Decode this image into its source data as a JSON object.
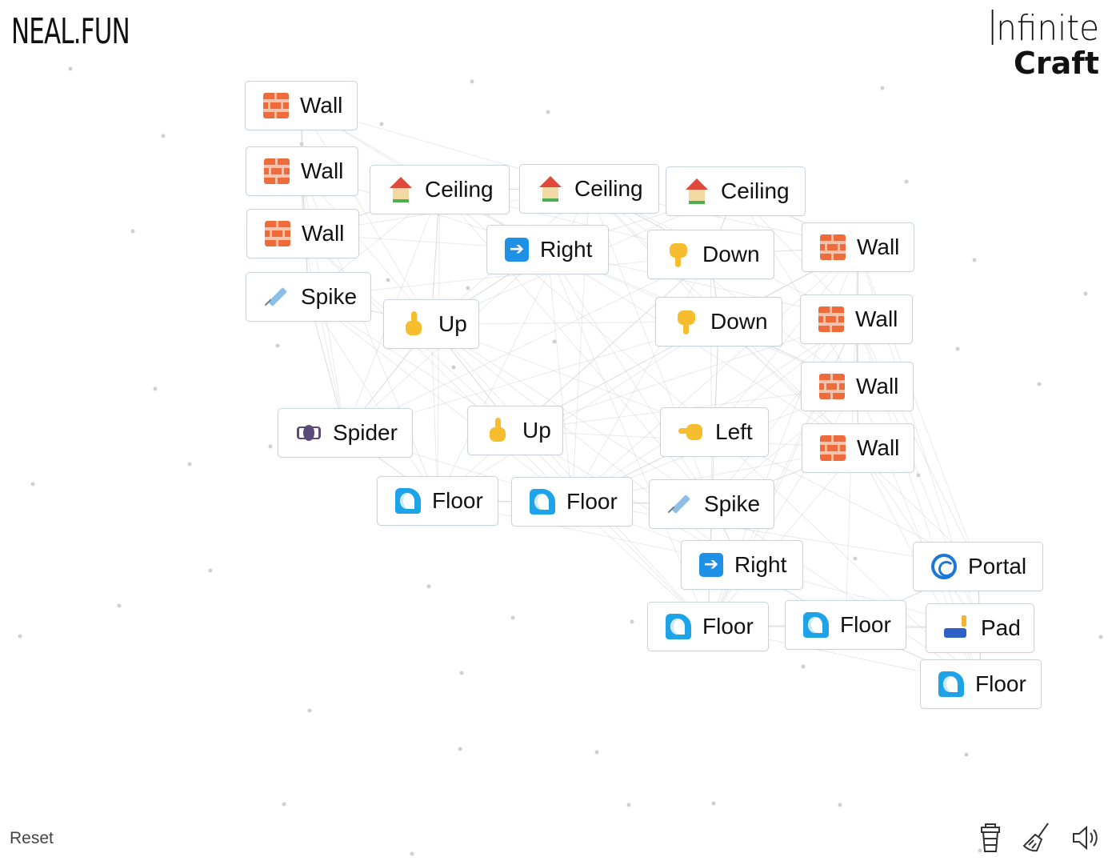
{
  "header": {
    "logo_text": "NEAL.FUN",
    "brand_line1": "nfinite",
    "brand_line2": "Craft"
  },
  "footer": {
    "reset_label": "Reset",
    "tools": [
      {
        "name": "coffee-icon"
      },
      {
        "name": "broom-icon"
      },
      {
        "name": "sound-icon"
      }
    ]
  },
  "colors": {
    "item_border": "#c9d1db",
    "line": "#d6d6d6",
    "dot": "#d0d0d0"
  },
  "items": [
    {
      "label": "Wall",
      "icon": "brick-icon"
    },
    {
      "label": "Wall",
      "icon": "brick-icon"
    },
    {
      "label": "Wall",
      "icon": "brick-icon"
    },
    {
      "label": "Spike",
      "icon": "syringe-icon"
    },
    {
      "label": "Ceiling",
      "icon": "house-icon"
    },
    {
      "label": "Ceiling",
      "icon": "house-icon"
    },
    {
      "label": "Ceiling",
      "icon": "house-icon"
    },
    {
      "label": "Right",
      "icon": "right-arrow-icon"
    },
    {
      "label": "Down",
      "icon": "pointing-down-icon"
    },
    {
      "label": "Wall",
      "icon": "brick-icon"
    },
    {
      "label": "Up",
      "icon": "pointing-up-icon"
    },
    {
      "label": "Down",
      "icon": "pointing-down-icon"
    },
    {
      "label": "Wall",
      "icon": "brick-icon"
    },
    {
      "label": "Wall",
      "icon": "brick-icon"
    },
    {
      "label": "Spider",
      "icon": "spider-icon"
    },
    {
      "label": "Up",
      "icon": "pointing-up-icon"
    },
    {
      "label": "Left",
      "icon": "pointing-left-icon"
    },
    {
      "label": "Wall",
      "icon": "brick-icon"
    },
    {
      "label": "Floor",
      "icon": "wave-icon"
    },
    {
      "label": "Floor",
      "icon": "wave-icon"
    },
    {
      "label": "Spike",
      "icon": "syringe-icon"
    },
    {
      "label": "Right",
      "icon": "right-arrow-icon"
    },
    {
      "label": "Portal",
      "icon": "portal-icon"
    },
    {
      "label": "Floor",
      "icon": "wave-icon"
    },
    {
      "label": "Floor",
      "icon": "wave-icon"
    },
    {
      "label": "Pad",
      "icon": "pad-icon"
    },
    {
      "label": "Floor",
      "icon": "wave-icon"
    }
  ]
}
